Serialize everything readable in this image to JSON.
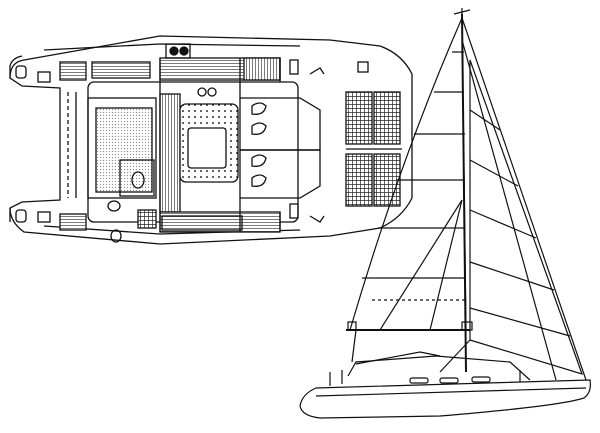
{
  "colors": {
    "background": "#ffffff",
    "ink": "#111111",
    "wood": "#5a5a5a",
    "mesh": "#262626",
    "tile": "#8a8a8a"
  },
  "deck_plan": {
    "hulls": 2,
    "berths": 4,
    "trampoline_panels": 4
  },
  "sail_plan": {
    "sails": [
      "mainsail",
      "genoa"
    ],
    "cabin_windows": 3
  }
}
